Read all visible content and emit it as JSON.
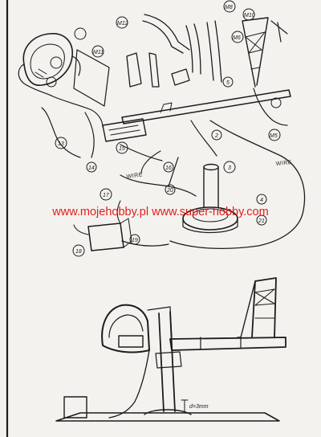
{
  "watermark": "www.mojehobby.pl www.super-hobby.com",
  "wire_labels": [
    "WIRE",
    "WIRE"
  ],
  "dimension_label": "d=3mm",
  "callouts": [
    "M12",
    "M11",
    "M8",
    "M10",
    "M6",
    "3",
    "4",
    "2",
    "5",
    "13",
    "14",
    "15",
    "16",
    "17",
    "18",
    "19",
    "20",
    "21",
    "M5"
  ]
}
